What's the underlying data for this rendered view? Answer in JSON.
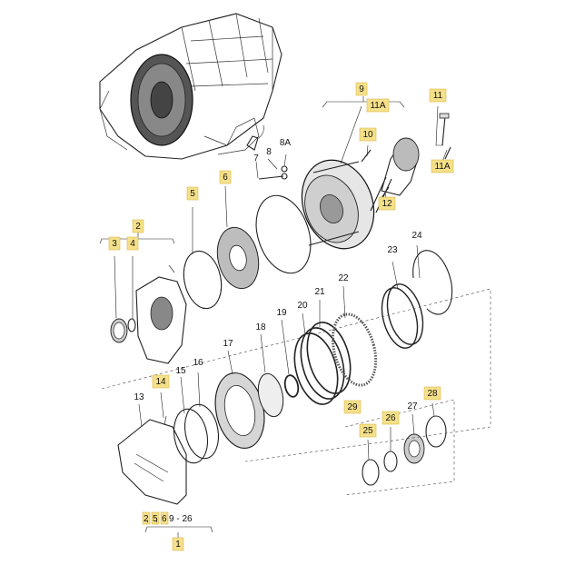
{
  "callouts": [
    {
      "id": "c9",
      "text": "9",
      "highlight": true
    },
    {
      "id": "c11a_top",
      "text": "11A",
      "highlight": true
    },
    {
      "id": "c11",
      "text": "11",
      "highlight": true
    },
    {
      "id": "c10",
      "text": "10",
      "highlight": true
    },
    {
      "id": "c8a",
      "text": "8A",
      "highlight": false
    },
    {
      "id": "c8",
      "text": "8",
      "highlight": false
    },
    {
      "id": "c7",
      "text": "7",
      "highlight": false
    },
    {
      "id": "c11a_right",
      "text": "11A",
      "highlight": true
    },
    {
      "id": "c12",
      "text": "12",
      "highlight": true
    },
    {
      "id": "c5",
      "text": "5",
      "highlight": true
    },
    {
      "id": "c6",
      "text": "6",
      "highlight": true
    },
    {
      "id": "c2",
      "text": "2",
      "highlight": true
    },
    {
      "id": "c3",
      "text": "3",
      "highlight": true
    },
    {
      "id": "c4",
      "text": "4",
      "highlight": true
    },
    {
      "id": "c23",
      "text": "23",
      "highlight": false
    },
    {
      "id": "c24",
      "text": "24",
      "highlight": false
    },
    {
      "id": "c21",
      "text": "21",
      "highlight": false
    },
    {
      "id": "c22",
      "text": "22",
      "highlight": false
    },
    {
      "id": "c20",
      "text": "20",
      "highlight": false
    },
    {
      "id": "c19",
      "text": "19",
      "highlight": false
    },
    {
      "id": "c18",
      "text": "18",
      "highlight": false
    },
    {
      "id": "c17",
      "text": "17",
      "highlight": false
    },
    {
      "id": "c14",
      "text": "14",
      "highlight": true
    },
    {
      "id": "c15",
      "text": "15",
      "highlight": false
    },
    {
      "id": "c16",
      "text": "16",
      "highlight": false
    },
    {
      "id": "c13",
      "text": "13",
      "highlight": false
    },
    {
      "id": "c29",
      "text": "29",
      "highlight": true
    },
    {
      "id": "c27",
      "text": "27",
      "highlight": false
    },
    {
      "id": "c28",
      "text": "28",
      "highlight": true
    },
    {
      "id": "c26",
      "text": "26",
      "highlight": true
    },
    {
      "id": "c25",
      "text": "25",
      "highlight": true
    },
    {
      "id": "c1",
      "text": "1",
      "highlight": true
    }
  ],
  "bottom_group": {
    "items": [
      "2",
      "5",
      "6"
    ],
    "range": "9 - 26"
  },
  "colors": {
    "highlight": "#f5e08a",
    "line": "#222222"
  }
}
